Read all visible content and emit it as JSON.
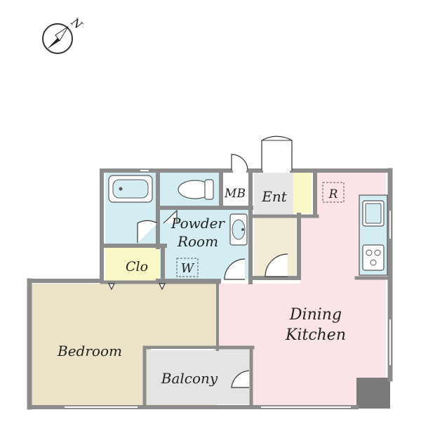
{
  "compass": {
    "label": "N",
    "icon": "north-arrow-icon"
  },
  "rooms": {
    "bedroom": "Bedroom",
    "balcony": "Balcony",
    "closet": "Clo",
    "powder_line1": "Powder",
    "powder_line2": "Room",
    "washer": "W",
    "meter_box": "MB",
    "entrance": "Ent",
    "refrigerator": "R",
    "dining_line1": "Dining",
    "dining_line2": "Kitchen"
  },
  "icons": {
    "bathtub": "bathtub-icon",
    "toilet": "toilet-icon",
    "sink": "wash-basin-icon",
    "kitchen_sink": "kitchen-sink-icon",
    "stove": "stove-icon"
  },
  "colors": {
    "wall": "#8c8c8c",
    "bedroom": "#ece3c8",
    "balcony": "#e4e4e4",
    "closet": "#fbf8c8",
    "wet_area": "#d3edf3",
    "entrance": "#e7e7e7",
    "hall": "#f3ebd6",
    "dining_kitchen": "#fbe4e7",
    "shoe_box": "#fbf8c8"
  }
}
